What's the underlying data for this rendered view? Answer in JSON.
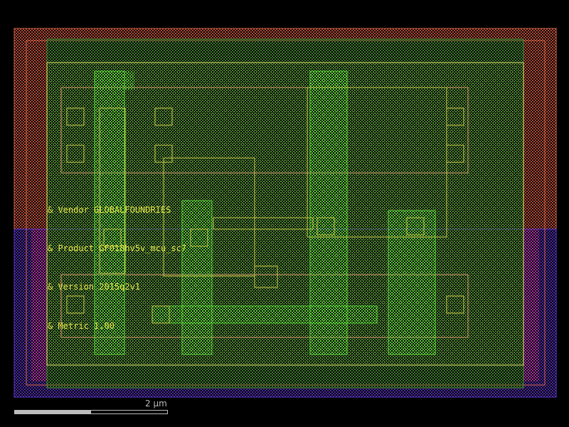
{
  "labels": {
    "vendor": "& Vendor GLOBALFOUNDRIES",
    "product": "& Product GF018hv5v_mcu_sc7",
    "version": "& Version 2015q2v1",
    "metric": "& Metric 1.00"
  },
  "scale_bar": {
    "label": "2 µm",
    "fill_fraction": 0.5
  },
  "colors": {
    "background": "#000000",
    "nwell": "#d9654a",
    "pwell": "#5a3ad6",
    "implant_magenta": "#c03ac0",
    "diffusion": "#4a8a3a",
    "metal_outline": "#e6e66a",
    "poly": "#5ad63a",
    "contact": "#c8c84a",
    "scale_bar": "#bdbdbd"
  }
}
